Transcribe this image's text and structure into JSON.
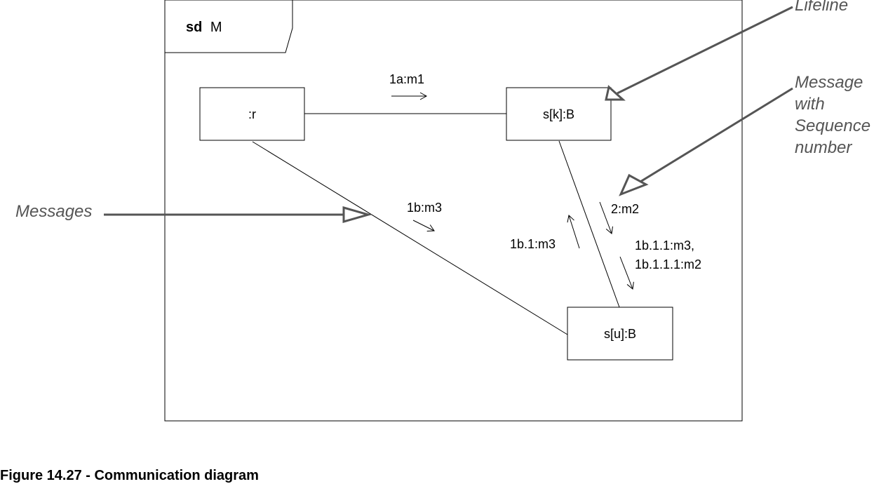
{
  "frame": {
    "keyword": "sd",
    "name": "M"
  },
  "lifelines": {
    "r": ":r",
    "sk": "s[k]:B",
    "su": "s[u]:B"
  },
  "messages": {
    "m1a": "1a:m1",
    "m1b": "1b:m3",
    "m2": "2:m2",
    "m1b1": "1b.1:m3",
    "m1b11_line1": "1b.1.1:m3,",
    "m1b11_line2": "1b.1.1.1:m2"
  },
  "annotations": {
    "lifeline": "Lifeline",
    "messages": "Messages",
    "sequence_line1": "Message",
    "sequence_line2": "with",
    "sequence_line3": "Sequence",
    "sequence_line4": "number"
  },
  "caption": "Figure 14.27 - Communication diagram",
  "colors": {
    "pointer": "#555555",
    "line": "#000000"
  }
}
